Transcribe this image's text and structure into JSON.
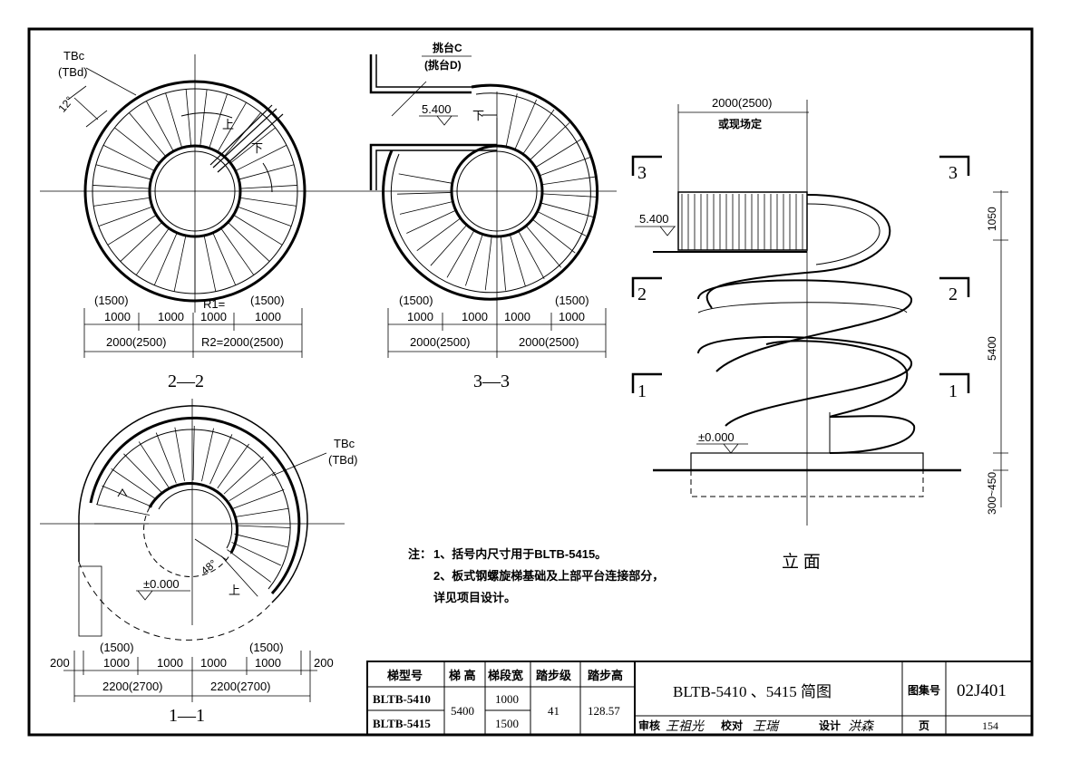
{
  "plan_2_2": {
    "label_top": "TBc",
    "label_sub": "(TBd)",
    "angle": "12°",
    "up": "上",
    "down": "下",
    "dim_row1": [
      "(1500)",
      "R1=",
      "(1500)"
    ],
    "dim_row2": [
      "1000",
      "1000",
      "1000",
      "1000"
    ],
    "dim_row3": [
      "2000(2500)",
      "R2=2000(2500)"
    ],
    "title": "2—2"
  },
  "plan_3_3": {
    "label_top": "挑台C",
    "label_sub": "(挑台D)",
    "level": "5.400",
    "down": "下",
    "dim_row1": [
      "(1500)",
      "(1500)"
    ],
    "dim_row2": [
      "1000",
      "1000",
      "1000",
      "1000"
    ],
    "dim_row3": [
      "2000(2500)",
      "2000(2500)"
    ],
    "title": "3—3"
  },
  "plan_1_1": {
    "label_top": "TBc",
    "label_sub": "(TBd)",
    "angle": "48°",
    "level": "±0.000",
    "up": "上",
    "dim_row1": [
      "(1500)",
      "(1500)"
    ],
    "dim_row2": [
      "200",
      "1000",
      "1000",
      "1000",
      "1000",
      "200"
    ],
    "dim_row3": [
      "2200(2700)",
      "2200(2700)"
    ],
    "title": "1—1"
  },
  "elevation": {
    "width_dim": "2000(2500)",
    "width_note": "或现场定",
    "level_top": "5.400",
    "level_ground": "±0.000",
    "dims_right": [
      "1050",
      "5400",
      "300~450"
    ],
    "section_marks": [
      "3",
      "3",
      "2",
      "2",
      "1",
      "1"
    ],
    "title": "立  面"
  },
  "notes": {
    "prefix": "注：",
    "line1": "1、括号内尺寸用于BLTB-5415。",
    "line2": "2、板式钢螺旋梯基础及上部平台连接部分，",
    "line3": "详见项目设计。"
  },
  "spec_table": {
    "headers": [
      "梯型号",
      "梯 高",
      "梯段宽",
      "踏步级",
      "踏步高"
    ],
    "rows": [
      {
        "model": "BLTB-5410",
        "width": "1000"
      },
      {
        "model": "BLTB-5415",
        "width": "1500"
      }
    ],
    "height": "5400",
    "steps": "41",
    "step_height": "128.57"
  },
  "title_block": {
    "drawing_title": "BLTB-5410 、5415 简图",
    "atlas_label": "图集号",
    "atlas_no": "02J401",
    "review_label": "审核",
    "review_sig": "王祖光",
    "check_label": "校对",
    "check_sig": "王瑞",
    "design_label": "设计",
    "design_sig": "洪森",
    "page_label": "页",
    "page_no": "154"
  }
}
